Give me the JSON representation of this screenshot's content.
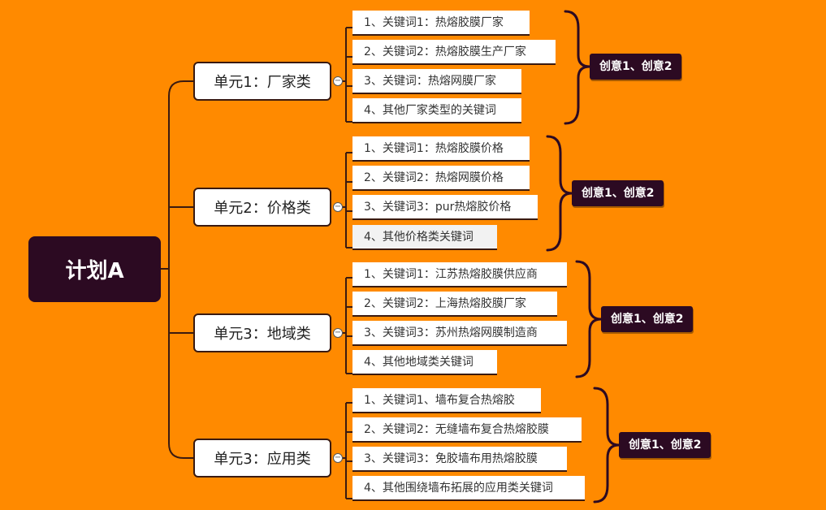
{
  "root": {
    "label": "计划A"
  },
  "units": [
    {
      "label": "单元1：厂家类",
      "keywords": [
        "1、关键词1：热熔胶膜厂家",
        "2、关键词2：热熔胶膜生产厂家",
        "3、关键词：热熔网膜厂家",
        "4、其他厂家类型的关键词"
      ],
      "creative": "创意1、创意2"
    },
    {
      "label": "单元2：价格类",
      "keywords": [
        "1、关键词1：热熔胶膜价格",
        "2、关键词2：热熔网膜价格",
        "3、关键词3：pur热熔胶价格",
        "4、其他价格类关键词"
      ],
      "creative": "创意1、创意2"
    },
    {
      "label": "单元3：地域类",
      "keywords": [
        "1、关键词1：江苏热熔胶膜供应商",
        "2、关键词2：上海热熔胶膜厂家",
        "3、关键词3：苏州热熔网膜制造商",
        "4、其他地域类关键词"
      ],
      "creative": "创意1、创意2"
    },
    {
      "label": "单元3：应用类",
      "keywords": [
        "1、关键词1、墙布复合热熔胶",
        "2、关键词2：无缝墙布复合热熔胶膜",
        "3、关键词3：免胶墙布用热熔胶膜",
        "4、其他围绕墙布拓展的应用类关键词"
      ],
      "creative": "创意1、创意2"
    }
  ],
  "colors": {
    "background": "#FF8A00",
    "dark": "#2C0A22",
    "line": "#3A1A10"
  },
  "icons": {
    "collapse": "collapse-toggle-icon",
    "brace": "curly-brace-icon"
  }
}
